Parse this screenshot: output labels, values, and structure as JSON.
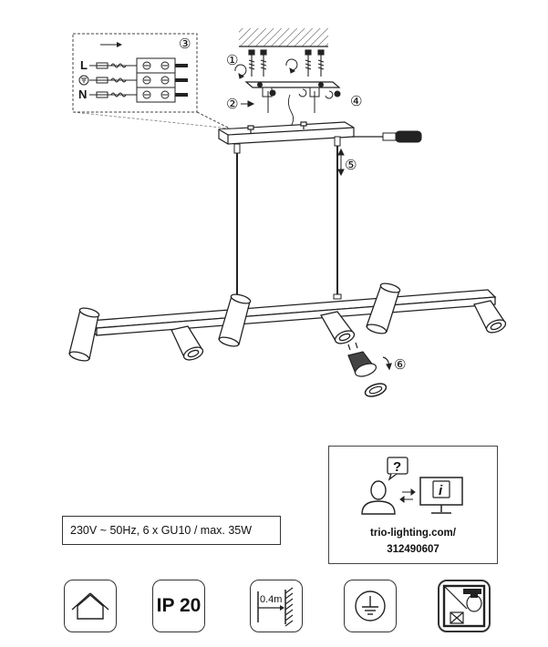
{
  "steps": {
    "s1": "①",
    "s2": "②",
    "s3": "③",
    "s4": "④",
    "s5": "⑤",
    "s6": "⑥"
  },
  "wiring": {
    "live": "L",
    "neutral": "N",
    "earth_icon": "earth-ground-icon"
  },
  "spec": {
    "text": "230V ~ 50Hz, 6 x GU10 / max. 35W"
  },
  "info": {
    "question_mark": "?",
    "info_letter": "i",
    "url": "trio-lighting.com/",
    "code": "312490607"
  },
  "badges": {
    "ip_rating": "IP 20",
    "distance": "0.4m",
    "icons": [
      "indoor-house-icon",
      "ip20-icon",
      "min-distance-icon",
      "protective-earth-icon",
      "no-dimmable-bulb-icon"
    ]
  },
  "colors": {
    "line": "#222222",
    "frame": "#444444"
  }
}
